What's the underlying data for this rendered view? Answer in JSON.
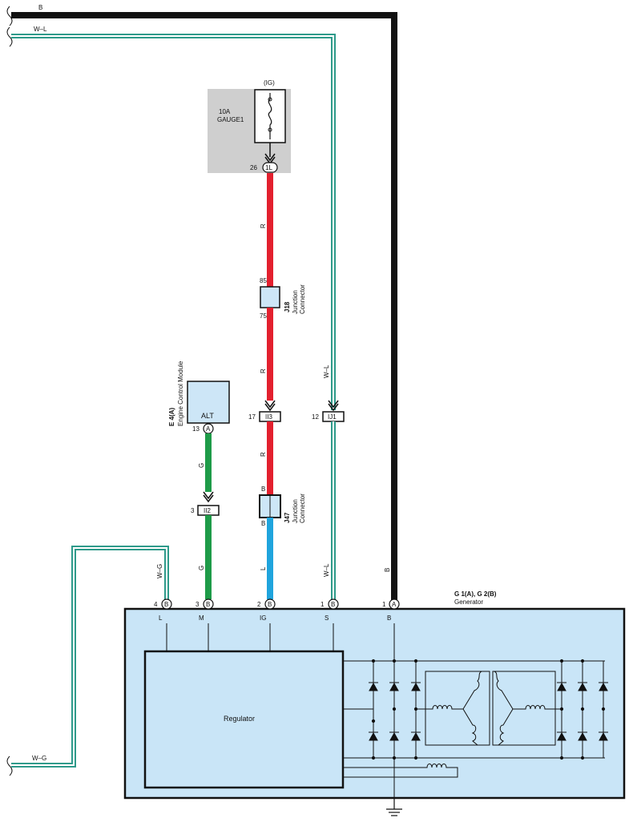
{
  "colors": {
    "red_wire": "#e3202e",
    "green_wire": "#1e9b48",
    "blue_wire": "#1fa4dd",
    "teal_wire": "#2e9a8a",
    "black_wire": "#111111",
    "generator_fill": "#c9e5f7",
    "fuse_box_fill": "#cfcfcf",
    "junction_fill": "#cde6f7"
  },
  "wires": {
    "top_b": "B",
    "top_wl": "W–L",
    "bottom_wg": "W–G",
    "red_1": "R",
    "red_2": "R",
    "red_3": "R",
    "green_1": "G",
    "green_2": "G",
    "blue": "L",
    "wl_1": "W–L",
    "wl_2": "W–L",
    "wg": "W–G",
    "b_vert": "B"
  },
  "fuse": {
    "ig": "(IG)",
    "rating": "10A",
    "name": "GAUGE1",
    "pin": "26",
    "connector": "1L"
  },
  "j18": {
    "id": "J18",
    "name_line1": "Junction",
    "name_line2": "Connector",
    "pin_top": "85",
    "pin_bottom": "75"
  },
  "j47": {
    "id": "J47",
    "name_line1": "Junction",
    "name_line2": "Connector",
    "pin_top": "B",
    "pin_bottom": "B"
  },
  "ecm": {
    "id": "E 4(A)",
    "name": "Engine Control Module",
    "terminal": "ALT",
    "pin": "13",
    "connector": "A"
  },
  "inline_connectors": {
    "ii3": {
      "pin": "17",
      "label": "II3"
    },
    "ij1": {
      "pin": "12",
      "label": "IJ1"
    },
    "ii2": {
      "pin": "3",
      "label": "II2"
    }
  },
  "generator": {
    "id": "G 1(A), G 2(B)",
    "name": "Generator",
    "regulator": "Regulator",
    "pins": [
      {
        "num": "4",
        "conn": "B",
        "term": "L"
      },
      {
        "num": "3",
        "conn": "B",
        "term": "M"
      },
      {
        "num": "2",
        "conn": "B",
        "term": "IG"
      },
      {
        "num": "1",
        "conn": "B",
        "term": "S"
      },
      {
        "num": "1",
        "conn": "A",
        "term": "B"
      }
    ]
  }
}
